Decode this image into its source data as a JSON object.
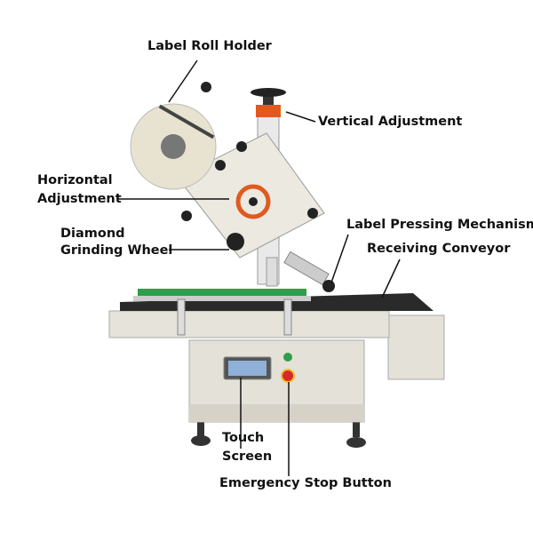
{
  "labels": {
    "label_roll_holder": "Label Roll Holder",
    "vertical_adjustment": "Vertical Adjustment",
    "horizontal_adjustment_1": "Horizontal",
    "horizontal_adjustment_2": "Adjustment",
    "diamond_grinding_wheel_1": "Diamond",
    "diamond_grinding_wheel_2": "Grinding Wheel",
    "label_pressing_mechanism": "Label Pressing Mechanism",
    "receiving_conveyor": "Receiving Conveyor",
    "touch_screen_1": "Touch",
    "touch_screen_2": "Screen",
    "emergency_stop_button": "Emergency Stop Button"
  },
  "colors": {
    "machine_body": "#e4e1d8",
    "belt": "#2a2a2a",
    "accent_green": "#2f9e4a",
    "stop_red": "#d8282a",
    "knob_orange": "#e05a20"
  }
}
